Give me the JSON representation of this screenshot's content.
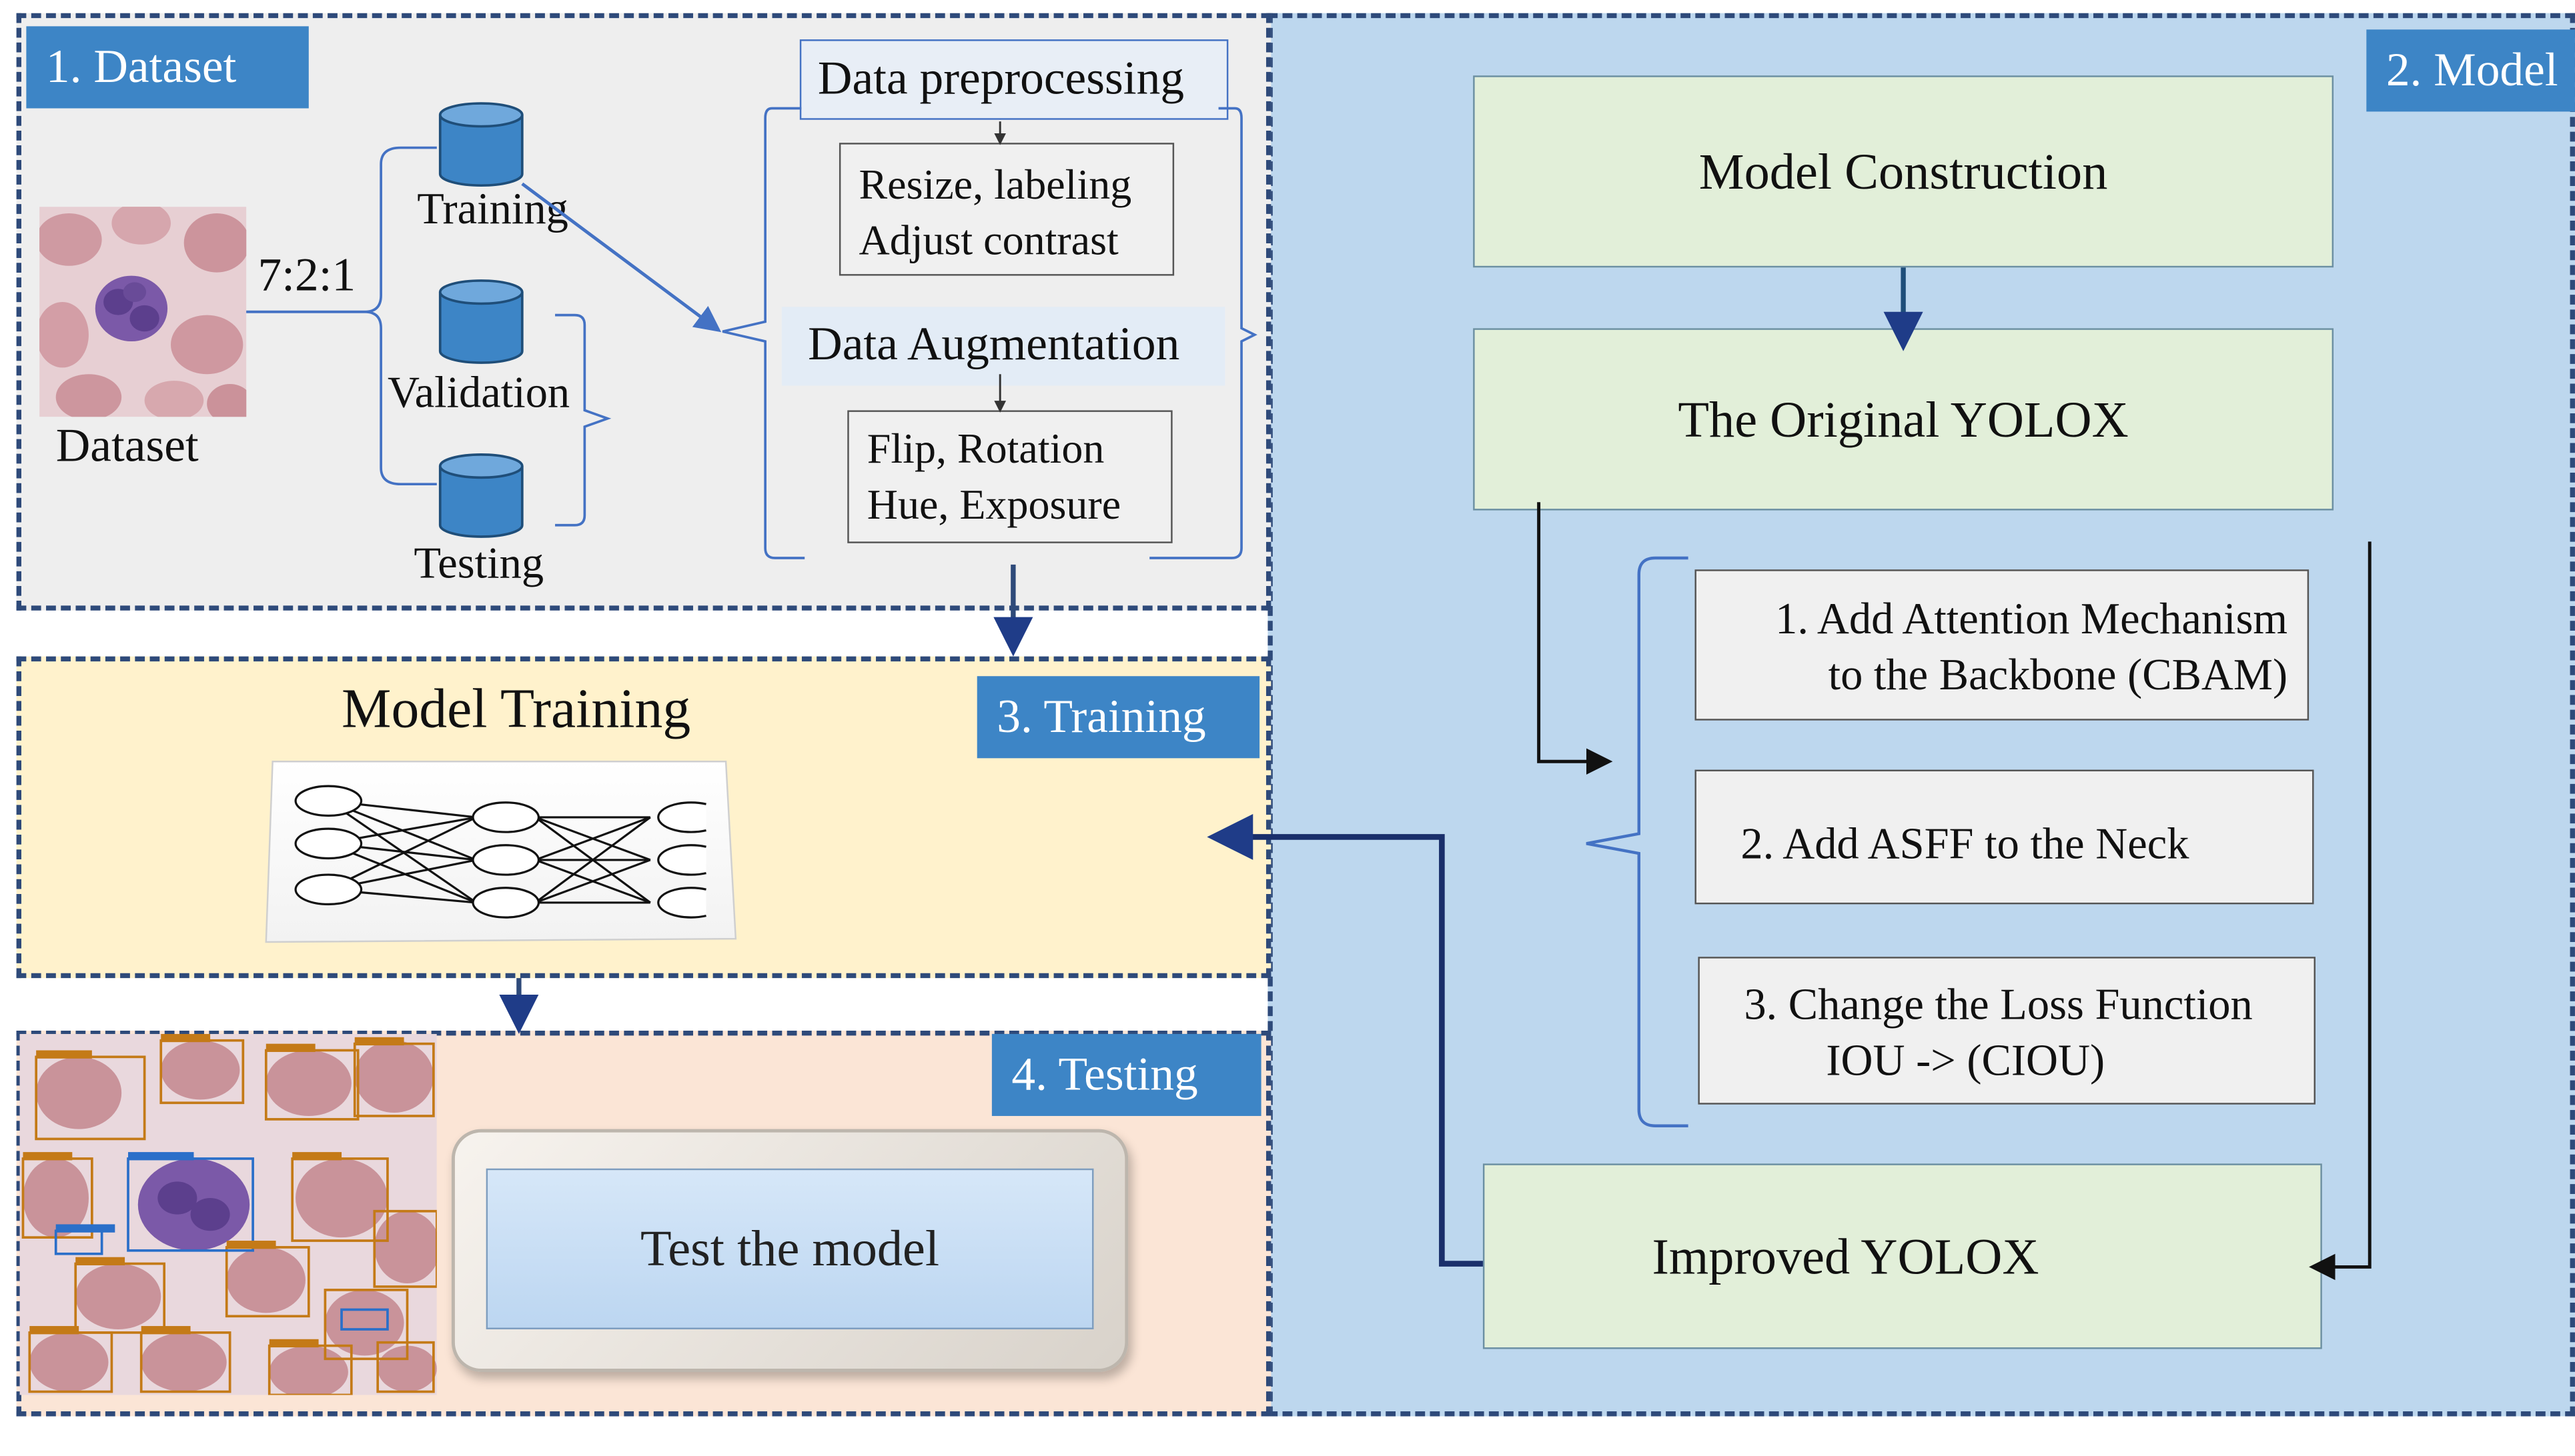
{
  "colors": {
    "dataset_bg": "#eeeeee",
    "model_bg": "#bdd7ee",
    "training_bg": "#fff2cc",
    "testing_bg": "#fbe5d6",
    "tag_bg": "#3d85c6",
    "green_box": "#e2efd9",
    "dashed_border": "#2e4a7a",
    "arrow_dark": "#1f3c88",
    "arrow_blue": "#4472c4"
  },
  "dataset": {
    "tag": "1. Dataset",
    "image_label": "Dataset",
    "split_ratio": "7:2:1",
    "training": "Training",
    "validation": "Validation",
    "testing": "Testing",
    "preprocessing_title": "Data preprocessing",
    "preprocessing_steps": [
      "Resize, labeling",
      "Adjust contrast"
    ],
    "augmentation_title": "Data Augmentation",
    "augmentation_steps": [
      "Flip, Rotation",
      "Hue, Exposure"
    ]
  },
  "model": {
    "tag": "2. Model",
    "construction": "Model Construction",
    "original": "The Original YOLOX",
    "improvements": [
      [
        "1. Add Attention Mechanism",
        "to the Backbone (CBAM)"
      ],
      [
        "2. Add ASFF to the Neck"
      ],
      [
        "3. Change the Loss Function",
        "IOU -> (CIOU)"
      ]
    ],
    "improved": "Improved YOLOX"
  },
  "training": {
    "tag": "3. Training",
    "title": "Model Training"
  },
  "testing": {
    "tag": "4. Testing",
    "button": "Test the model"
  }
}
